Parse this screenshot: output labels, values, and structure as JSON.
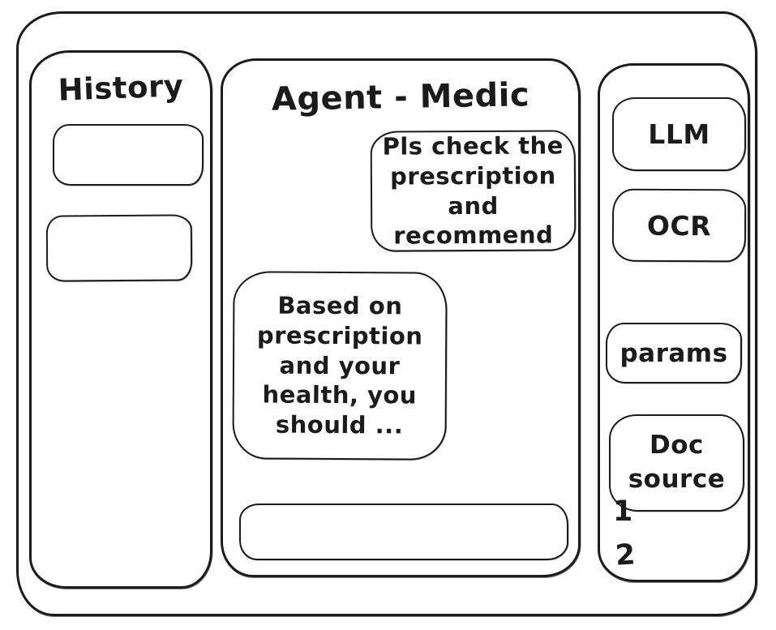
{
  "colors": {
    "stroke": "#1b1b1b",
    "background": "#ffffff"
  },
  "history_panel": {
    "title": "History",
    "items": [
      {
        "label": ""
      },
      {
        "label": ""
      }
    ]
  },
  "chat_panel": {
    "title": "Agent - Medic",
    "messages": [
      {
        "role": "user",
        "text": "Pls check the\nprescription\nand recommend"
      },
      {
        "role": "agent",
        "text": "Based on\nprescription\nand your\nhealth, you\nshould ..."
      }
    ],
    "input": {
      "value": "",
      "placeholder": ""
    }
  },
  "tools_panel": {
    "buttons": [
      {
        "label": "LLM"
      },
      {
        "label": "OCR"
      },
      {
        "label": "params"
      },
      {
        "label": "Doc\nsource"
      }
    ],
    "doc_source_items": [
      "1",
      "2"
    ]
  }
}
